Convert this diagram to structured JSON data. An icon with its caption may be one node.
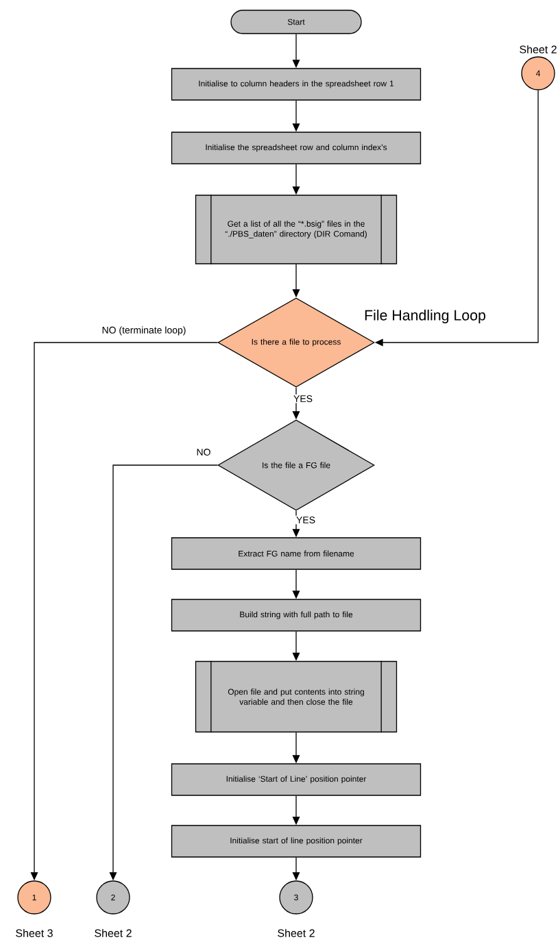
{
  "diagram": {
    "nodes": [
      {
        "text": [
          "Start"
        ]
      },
      {
        "text": [
          "Initialise to column headers in the spreadsheet row 1"
        ]
      },
      {
        "text": [
          "Initialise the spreadsheet row and column index’s"
        ]
      },
      {
        "text": [
          "Get a list of all the “*.bsig” files in the “./PBS_daten” directory (DIR Comand)"
        ]
      },
      {
        "text": [
          "Is there a file to process"
        ]
      },
      {
        "text": [
          "Is the file a FG file"
        ]
      },
      {
        "text": [
          "Extract FG name from filename"
        ]
      },
      {
        "text": [
          "Build string with full path to file"
        ]
      },
      {
        "text": [
          "Open file and put contents into string variable and then close the file"
        ]
      },
      {
        "text": [
          "Initialise ‘Start of Line’ position pointer"
        ]
      },
      {
        "text": [
          "Initialise start of line position pointer"
        ]
      },
      {
        "text": [
          "1"
        ],
        "beside": [
          "Sheet 3"
        ]
      },
      {
        "text": [
          "2"
        ],
        "beside": [
          "Sheet 2"
        ]
      },
      {
        "text": [
          "3"
        ],
        "beside": [
          "Sheet 2"
        ]
      },
      {
        "text": [
          "4"
        ],
        "beside": [
          "Sheet 2"
        ]
      }
    ],
    "edges": [
      {
        "from": 0,
        "to": 1,
        "arrow": "to"
      },
      {
        "from": 1,
        "to": 2,
        "arrow": "to"
      },
      {
        "from": 2,
        "to": 3,
        "arrow": "to"
      },
      {
        "from": 3,
        "to": 4,
        "arrow": "to"
      },
      {
        "from": 4,
        "to": 5,
        "arrow": "to",
        "label": "YES"
      },
      {
        "from": 5,
        "to": 6,
        "arrow": "to",
        "label": "YES"
      },
      {
        "from": 6,
        "to": 7,
        "arrow": "to"
      },
      {
        "from": 7,
        "to": 8,
        "arrow": "to"
      },
      {
        "from": 8,
        "to": 9,
        "arrow": "to"
      },
      {
        "from": 9,
        "to": 10,
        "arrow": "to"
      },
      {
        "from": 10,
        "to": 13,
        "arrow": "to"
      },
      {
        "from": 4,
        "to": 11,
        "arrow": "to",
        "label": "NO (terminate loop)"
      },
      {
        "from": 5,
        "to": 12,
        "arrow": "to",
        "label": "NO"
      },
      {
        "from": 14,
        "to": 4,
        "arrow": "to"
      }
    ],
    "labels": [
      "File Handling Loop"
    ]
  }
}
